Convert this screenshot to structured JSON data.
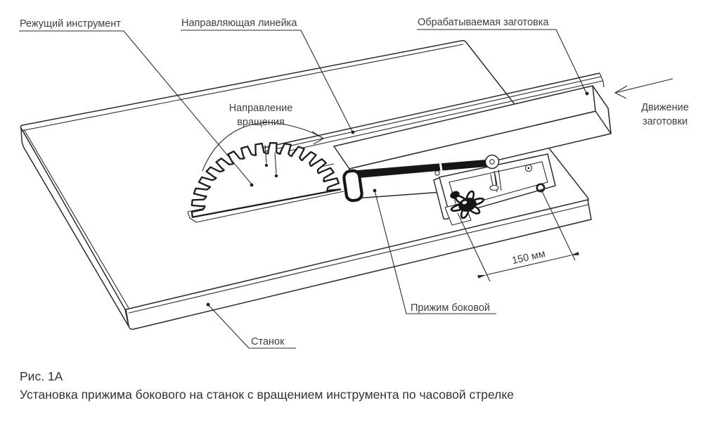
{
  "drawing": {
    "callouts": {
      "cutting_tool": "Режущий инструмент",
      "guide_fence": "Направляющая линейка",
      "workpiece": "Обрабатываемая заготовка",
      "side_clamp": "Прижим боковой",
      "machine": "Станок"
    },
    "annotations": {
      "workpiece_motion": {
        "line1": "Движение",
        "line2": "заготовки"
      },
      "rotation_direction": {
        "line1": "Направление",
        "line2": "вращения"
      },
      "dimension": "150 мм"
    },
    "caption": {
      "number": "Рис. 1А",
      "text": "Установка прижима бокового на станок с вращением инструмента по часовой стрелке"
    }
  },
  "colors": {
    "line": "#2b2b2b",
    "label_text": "#3e3e3e",
    "caption_text": "#333333",
    "background": "#ffffff"
  }
}
